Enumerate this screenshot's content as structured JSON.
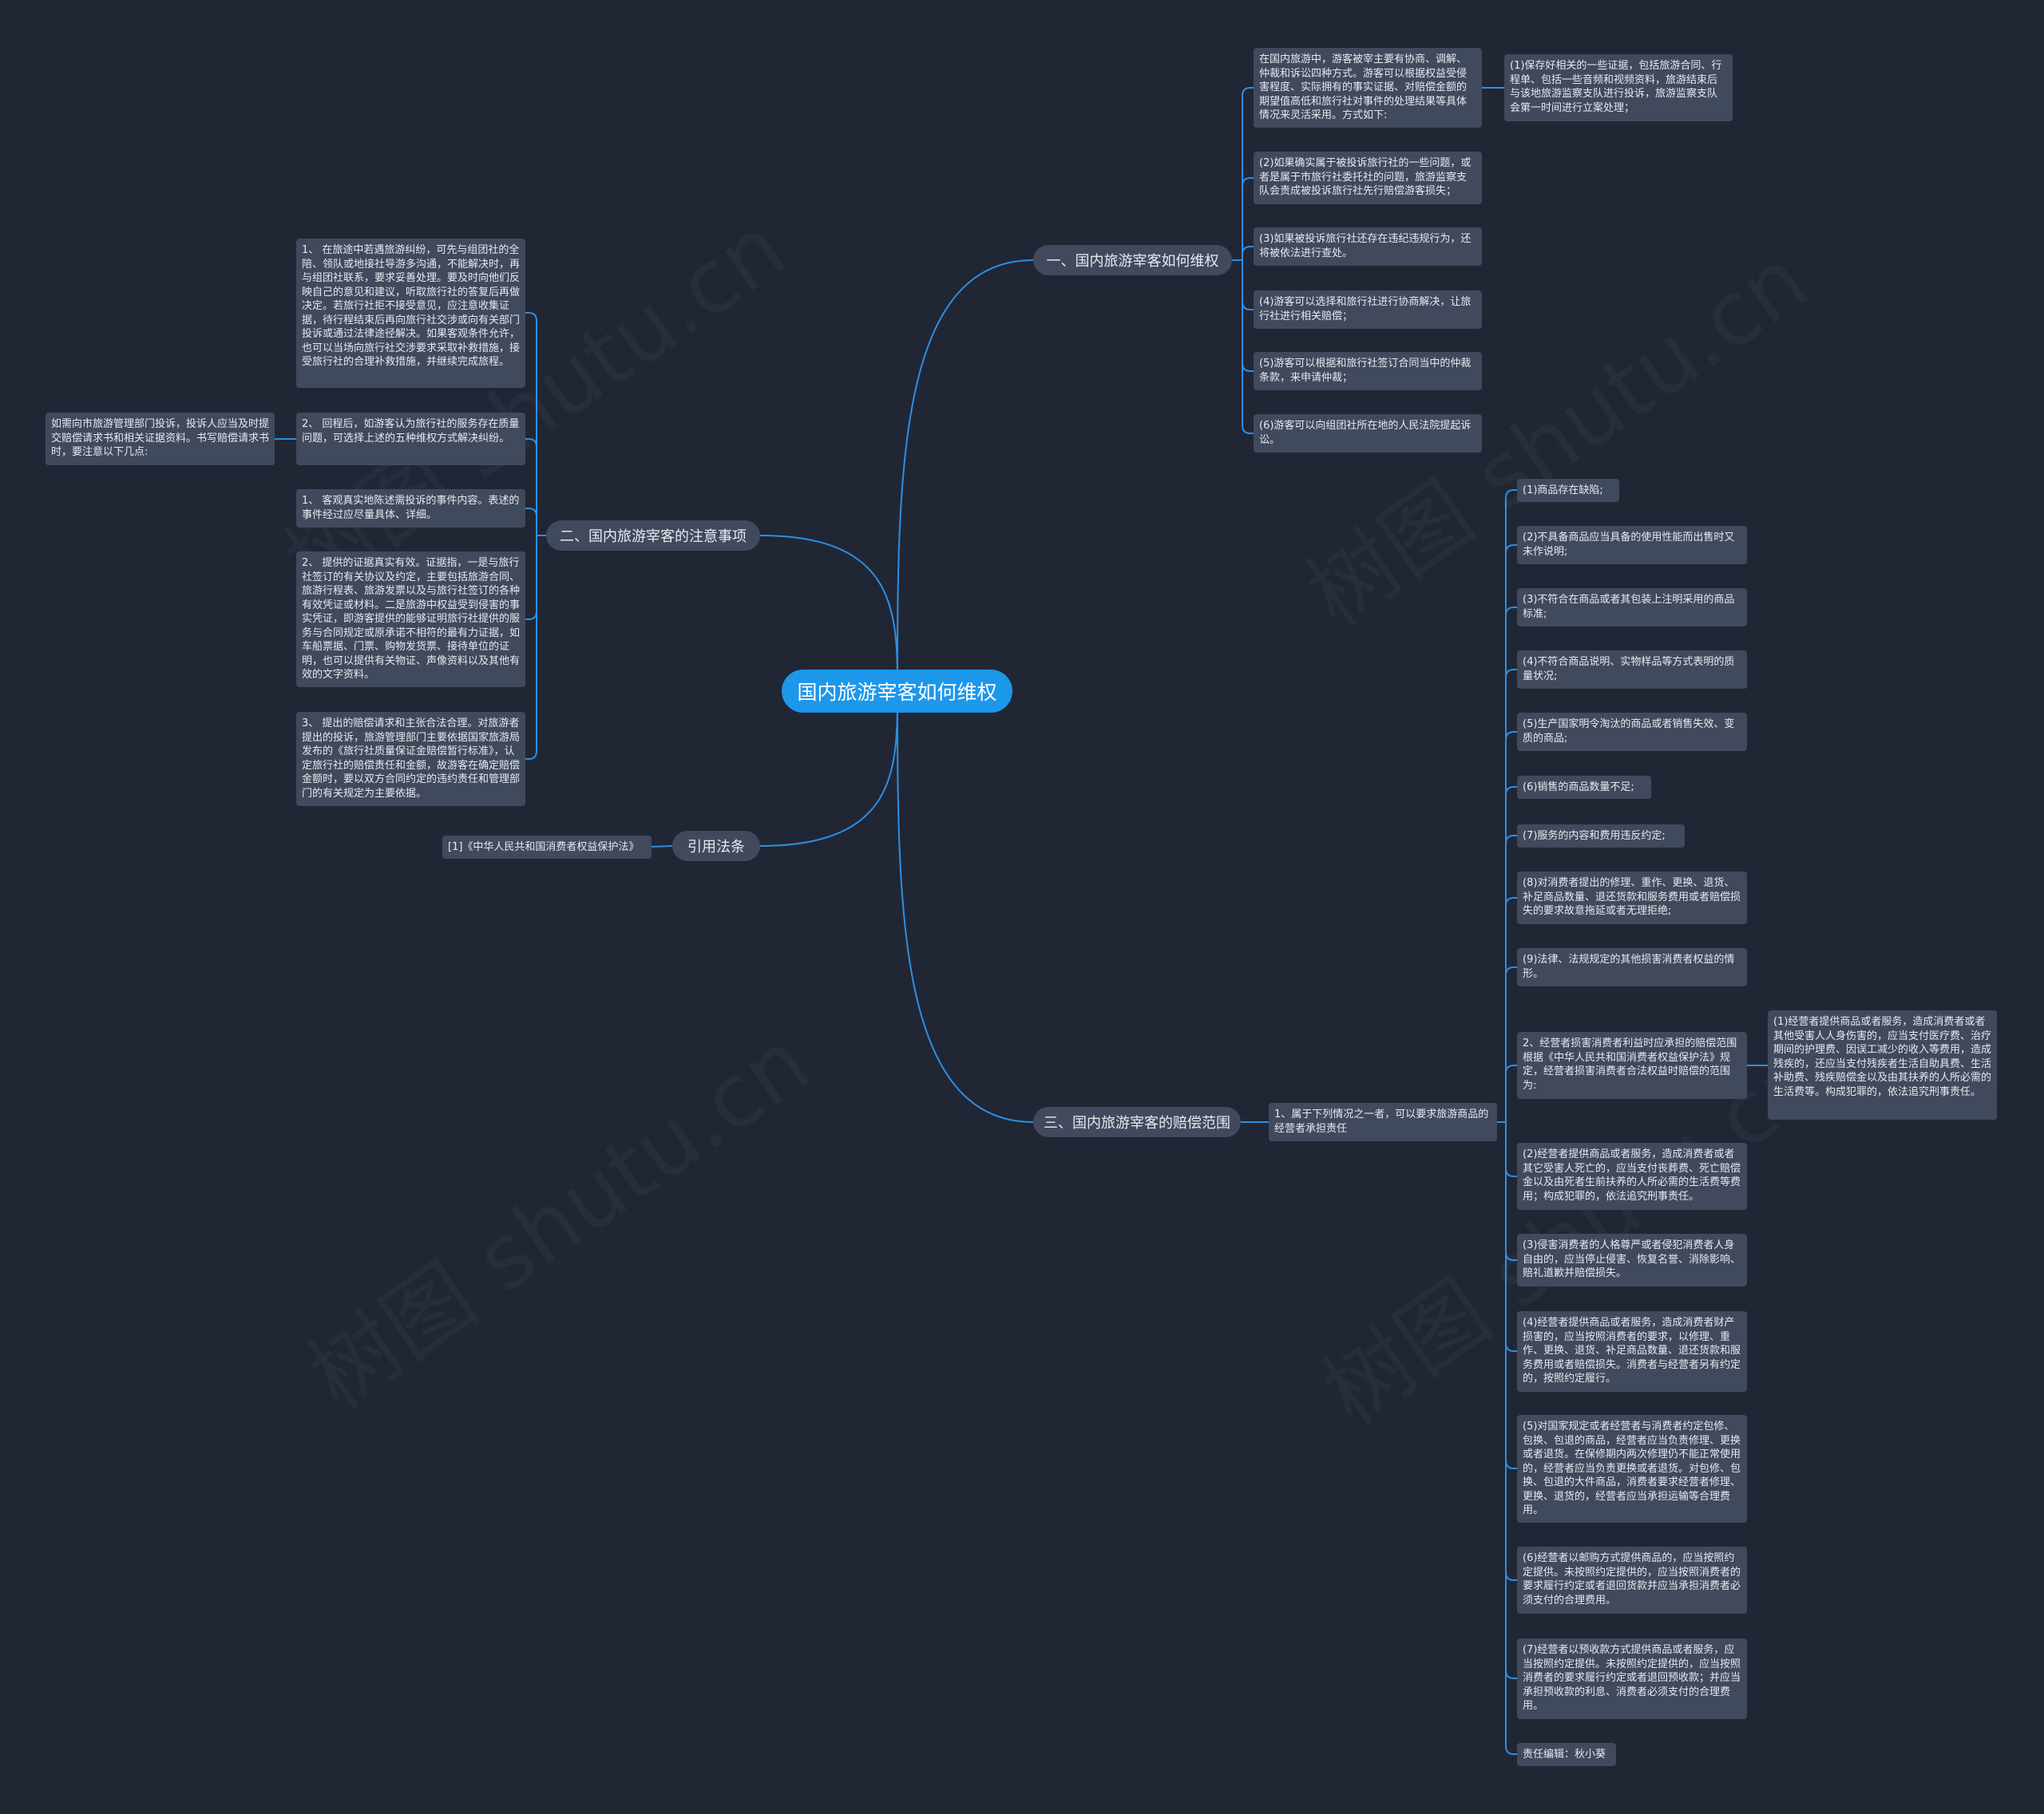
{
  "root": "国内旅游宰客如何维权",
  "branches": {
    "b1": "一、国内旅游宰客如何维权",
    "b2": "二、国内旅游宰客的注意事项",
    "b3": "引用法条",
    "b4": "三、国内旅游宰客的赔偿范围"
  },
  "b1": {
    "intro": "在国内旅游中，游客被宰主要有协商、调解、仲裁和诉讼四种方式。游客可以根据权益受侵害程度、实际拥有的事实证据、对赔偿金额的期望值高低和旅行社对事件的处理结果等具体情况来灵活采用。方式如下:",
    "intro_child": "(1)保存好相关的一些证据，包括旅游合同、行程单、包括一些音频和视频资料，旅游结束后与该地旅游监察支队进行投诉，旅游监察支队会第一时间进行立案处理；",
    "items": [
      "(2)如果确实属于被投诉旅行社的一些问题，或者是属于市旅行社委托社的问题，旅游监察支队会责成被投诉旅行社先行赔偿游客损失；",
      "(3)如果被投诉旅行社还存在违纪违规行为，还将被依法进行查处。",
      "(4)游客可以选择和旅行社进行协商解决，让旅行社进行相关赔偿；",
      "(5)游客可以根据和旅行社签订合同当中的仲裁条款，来申请仲裁；",
      "(6)游客可以向组团社所在地的人民法院提起诉讼。"
    ]
  },
  "b2": {
    "items": [
      "1、 在旅途中若遇旅游纠纷，可先与组团社的全陪、领队或地接社导游多沟通，不能解决时，再与组团社联系，要求妥善处理。要及时向他们反映自己的意见和建议，听取旅行社的答复后再做决定。若旅行社拒不接受意见，应注意收集证据，待行程结束后再向旅行社交涉或向有关部门投诉或通过法律途径解决。如果客观条件允许，也可以当场向旅行社交涉要求采取补救措施，接受旅行社的合理补救措施，并继续完成旅程。",
      "2、 回程后，如游客认为旅行社的服务存在质量问题，可选择上述的五种维权方式解决纠纷。",
      "1、 客观真实地陈述需投诉的事件内容。表述的事件经过应尽量具体、详细。",
      "2、 提供的证据真实有效。证据指，一是与旅行社签订的有关协议及约定，主要包括旅游合同、旅游行程表、旅游发票以及与旅行社签订的各种有效凭证或材料。二是旅游中权益受到侵害的事实凭证，即游客提供的能够证明旅行社提供的服务与合同规定或原承诺不相符的最有力证据，如车船票据、门票、购物发货票、接待单位的证明，也可以提供有关物证、声像资料以及其他有效的文字资料。",
      "3、 提出的赔偿请求和主张合法合理。对旅游者提出的投诉，旅游管理部门主要依据国家旅游局发布的《旅行社质量保证金赔偿暂行标准》，认定旅行社的赔偿责任和金额，故游客在确定赔偿金额时，要以双方合同约定的违约责任和管理部门的有关规定为主要依据。"
    ],
    "item2_child": "如需向市旅游管理部门投诉，投诉人应当及时提交赔偿请求书和相关证据资料。书写赔偿请求书时，要注意以下几点:"
  },
  "b3": {
    "item": "[1]《中华人民共和国消费者权益保护法》"
  },
  "b4": {
    "hub": "1、属于下列情况之一者，可以要求旅游商品的经营者承担责任",
    "items": [
      "(1)商品存在缺陷;",
      "(2)不具备商品应当具备的使用性能而出售时又未作说明;",
      "(3)不符合在商品或者其包装上注明采用的商品标准;",
      "(4)不符合商品说明、实物样品等方式表明的质量状况;",
      "(5)生产国家明令淘汰的商品或者销售失效、变质的商品;",
      "(6)销售的商品数量不足;",
      "(7)服务的内容和费用违反约定;",
      "(8)对消费者提出的修理、重作、更换、退货、补足商品数量、退还货款和服务费用或者赔偿损失的要求故意拖延或者无理拒绝;",
      "(9)法律、法规规定的其他损害消费者权益的情形。",
      "2、经营者损害消费者利益时应承担的赔偿范围根据《中华人民共和国消费者权益保护法》规定，经营者损害消费者合法权益时赔偿的范围为:",
      "(2)经营者提供商品或者服务，造成消费者或者其它受害人死亡的，应当支付丧葬费、死亡赔偿金以及由死者生前扶养的人所必需的生活费等费用；构成犯罪的，依法追究刑事责任。",
      "(3)侵害消费者的人格尊严或者侵犯消费者人身自由的，应当停止侵害、恢复名誉、消除影响、赔礼道歉并赔偿损失。",
      "(4)经营者提供商品或者服务，造成消费者财产损害的，应当按照消费者的要求，以修理、重作、更换、退货、补足商品数量、退还货款和服务费用或者赔偿损失。消费者与经营者另有约定的，按照约定履行。",
      "(5)对国家规定或者经营者与消费者约定包修、包换、包退的商品，经营者应当负责修理、更换或者退货。在保修期内两次修理仍不能正常使用的，经营者应当负责更换或者退货。对包修、包换、包退的大件商品，消费者要求经营者修理、更换、退货的，经营者应当承担运输等合理费用。",
      "(6)经营者以邮购方式提供商品的，应当按照约定提供。未按照约定提供的，应当按照消费者的要求履行约定或者退回货款并应当承担消费者必须支付的合理费用。",
      "(7)经营者以预收款方式提供商品或者服务，应当按照约定提供。未按照约定提供的，应当按照消费者的要求履行约定或者退回预收款；并应当承担预收款的利息、消费者必须支付的合理费用。",
      "责任编辑：秋小葵"
    ],
    "item10_child": "(1)经营者提供商品或者服务，造成消费者或者其他受害人人身伤害的，应当支付医疗费、治疗期间的护理费、因误工减少的收入等费用，造成残疾的，还应当支付残疾者生活自助具费、生活补助费、残疾赔偿金以及由其扶养的人所必需的生活费等。构成犯罪的，依法追究刑事责任。"
  },
  "watermark": "树图 shutu.cn",
  "colors": {
    "background": "#212635",
    "root": "#1d97ea",
    "node": "#414a5c",
    "line": "#2d8fe0"
  }
}
